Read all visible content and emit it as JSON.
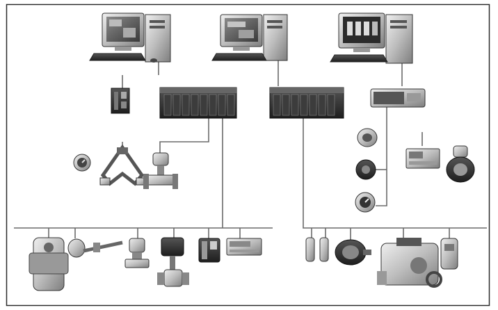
{
  "diagram": {
    "kind": "industrial-network-topology",
    "colors": {
      "line": "#6a6a6a",
      "frame": "#2a2a2a",
      "device_dark": "#2b2b2b",
      "device_mid": "#7a7a7a",
      "device_light": "#c9c9c9",
      "screen": "#5c5c5c"
    },
    "icons": [
      "workstation-icon",
      "plc-rack-icon",
      "gateway-icon",
      "flowmeter-icon",
      "valve-icon",
      "actuator-icon",
      "transmitter-icon",
      "motor-icon"
    ],
    "counts": {
      "workstations": 3,
      "plc_racks": 2,
      "field_bus_segments": 2
    }
  }
}
